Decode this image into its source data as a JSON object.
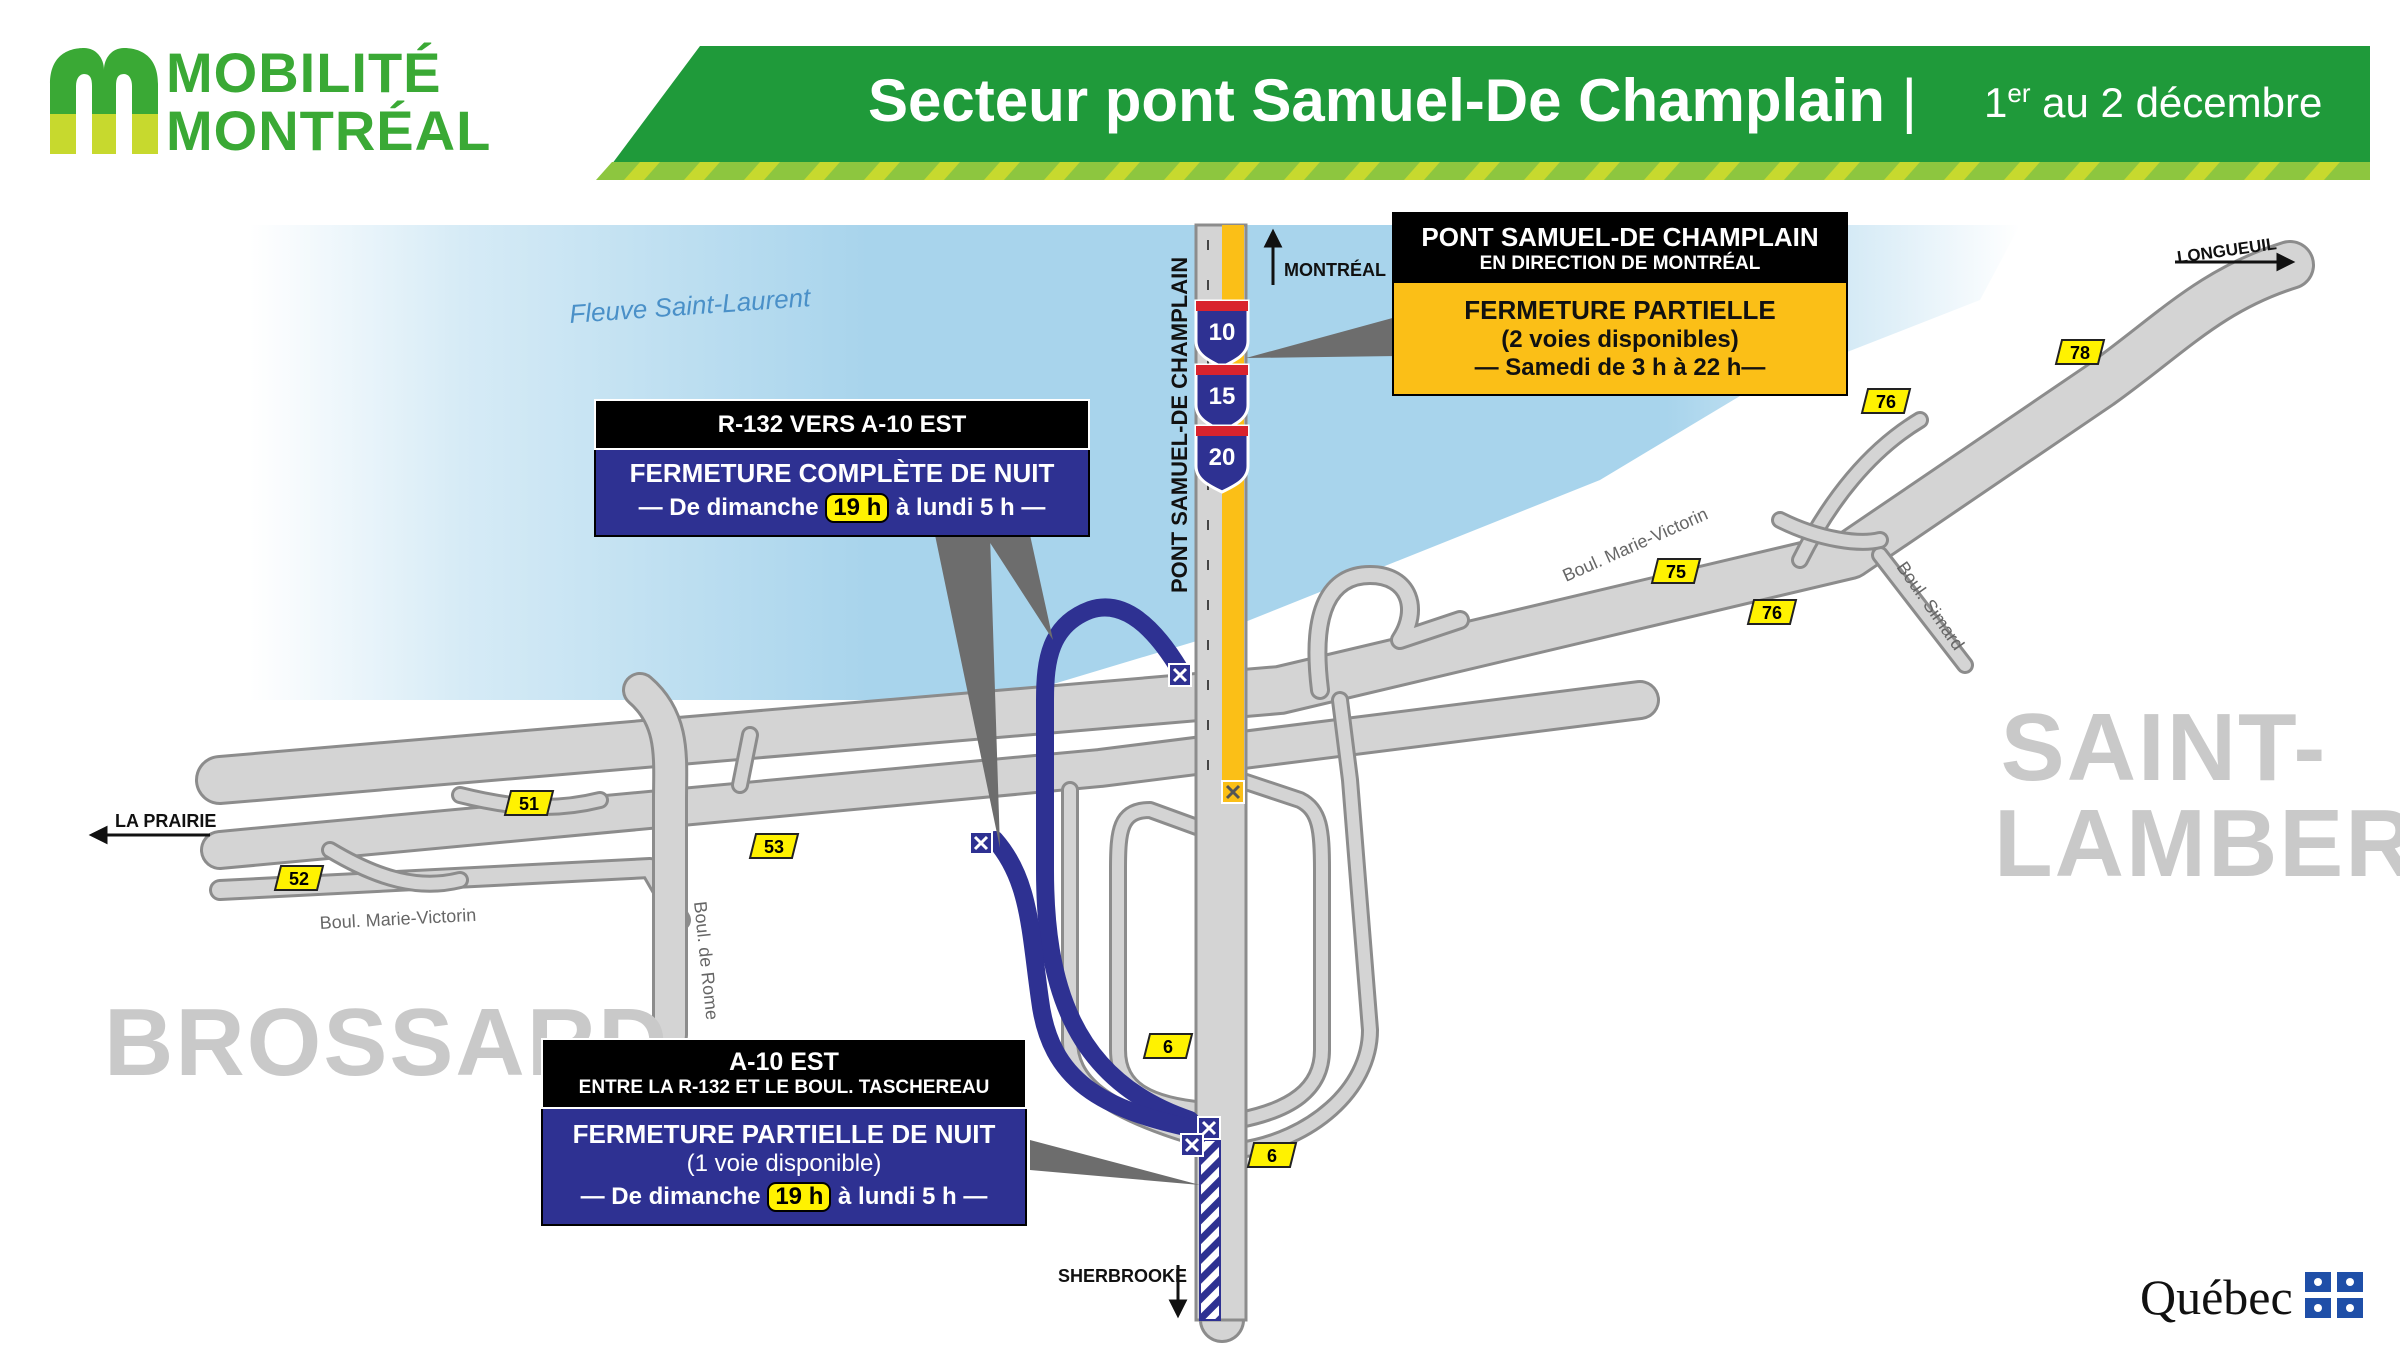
{
  "brand": {
    "line1": "MOBILITÉ",
    "line2": "MONTRÉAL",
    "color": "#3aa935"
  },
  "header": {
    "title": "Secteur pont Samuel-De Champlain",
    "separator": "|",
    "date_sup": "er",
    "date_pre": "1",
    "date_post": "au 2 décembre",
    "background": "#1f9a3a"
  },
  "water": {
    "name": "Fleuve Saint-Laurent",
    "color": "#a8d4ec"
  },
  "cities": {
    "brossard": "BROSSARD",
    "saint_lambert_1": "SAINT-",
    "saint_lambert_2": "LAMBERT"
  },
  "directions": {
    "montreal": "MONTRÉAL",
    "longueuil": "LONGUEUIL",
    "la_prairie": "LA PRAIRIE",
    "sherbrooke": "SHERBROOKE"
  },
  "roads": {
    "bridge": "PONT SAMUEL-DE CHAMPLAIN",
    "marie_victorin_w": "Boul. Marie-Victorin",
    "marie_victorin_e": "Boul. Marie-Victorin",
    "rome": "Boul. de Rome",
    "simard": "Boul. Simard"
  },
  "shields": [
    "10",
    "15",
    "20"
  ],
  "exits": [
    "51",
    "52",
    "53",
    "6",
    "6",
    "75",
    "76",
    "76",
    "78"
  ],
  "notice_bridge": {
    "head1": "PONT SAMUEL-DE CHAMPLAIN",
    "head2": "EN DIRECTION DE MONTRÉAL",
    "line1": "FERMETURE PARTIELLE",
    "line2": "(2 voies disponibles)",
    "line3": "— Samedi de 3 h à  22 h—",
    "color": "#fbbf17"
  },
  "notice_r132": {
    "head": "R-132  VERS A-10 EST",
    "line1": "FERMETURE COMPLÈTE DE NUIT",
    "line2_pre": "— De dimanche",
    "line2_hour": "19 h",
    "line2_post": "à lundi 5 h —",
    "color": "#2e3192"
  },
  "notice_a10": {
    "head1": "A-10 EST",
    "head2": "ENTRE LA R-132 ET LE BOUL. TASCHEREAU",
    "line1": "FERMETURE PARTIELLE DE NUIT",
    "line2": "(1 voie disponible)",
    "line3_pre": "— De dimanche",
    "line3_hour": "19 h",
    "line3_post": "à lundi 5 h —",
    "color": "#2e3192"
  },
  "footer": {
    "quebec": "Québec"
  }
}
